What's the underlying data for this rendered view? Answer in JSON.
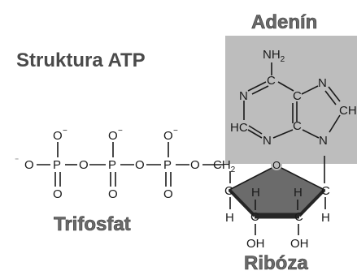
{
  "title": "Struktura ATP",
  "labels": {
    "adenine": "Adenín",
    "triphosphate": "Trifosfat",
    "ribose": "Ribóza"
  },
  "colors": {
    "adenine_box": "#bdbdbd",
    "ribose_ring": "#6b6b6b",
    "ribose_edge": "#262626",
    "text_dark": "#1a1a1a"
  },
  "atoms": {
    "phosphorus": "P",
    "oxygen": "O",
    "oxygen_minus": "O",
    "minus": "−",
    "minus_prefix": "⁻",
    "carbon": "C",
    "hydrogen": "H",
    "nitrogen": "N",
    "amine": "NH",
    "amine_subscript": "2",
    "hydroxyl": "OH",
    "methine_ch": "CH",
    "methine_hc": "HC",
    "methylene": "CH",
    "methylene_subscript": "2"
  }
}
